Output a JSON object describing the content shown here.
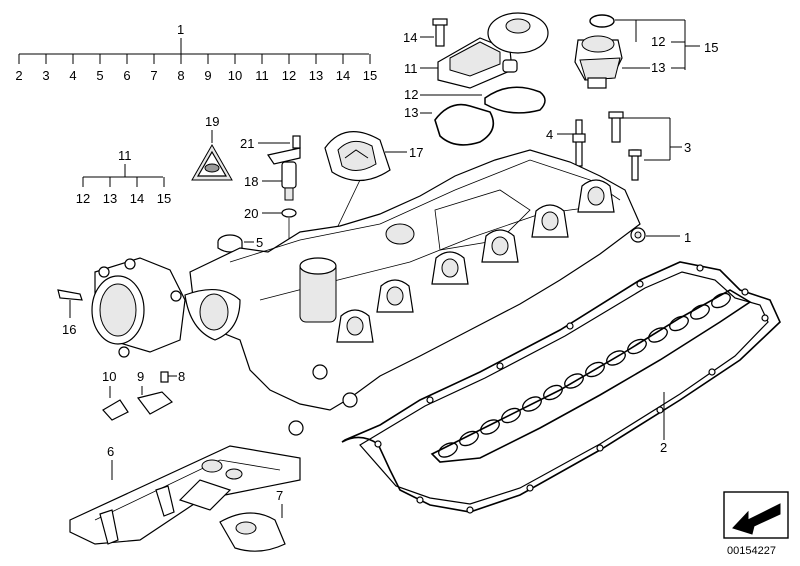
{
  "callouts": {
    "c1_top": "1",
    "row_top": [
      "2",
      "3",
      "4",
      "5",
      "6",
      "7",
      "8",
      "9",
      "10",
      "11",
      "12",
      "13",
      "14",
      "15"
    ],
    "c19": "19",
    "c11_left": "11",
    "row_left": [
      "12",
      "13",
      "14",
      "15"
    ],
    "c21": "21",
    "c18": "18",
    "c20": "20",
    "c17": "17",
    "c5": "5",
    "c16": "16",
    "c10": "10",
    "c9": "9",
    "c8": "8",
    "c6": "6",
    "c7": "7",
    "c14_sensor": "14",
    "c11_sensor": "11",
    "c12_mid": "12",
    "c13_mid": "13",
    "c12_right": "12",
    "c13_right": "13",
    "c15_right": "15",
    "c4": "4",
    "c3": "3",
    "c1_right": "1",
    "c2": "2"
  },
  "catalog_number": "00154227"
}
